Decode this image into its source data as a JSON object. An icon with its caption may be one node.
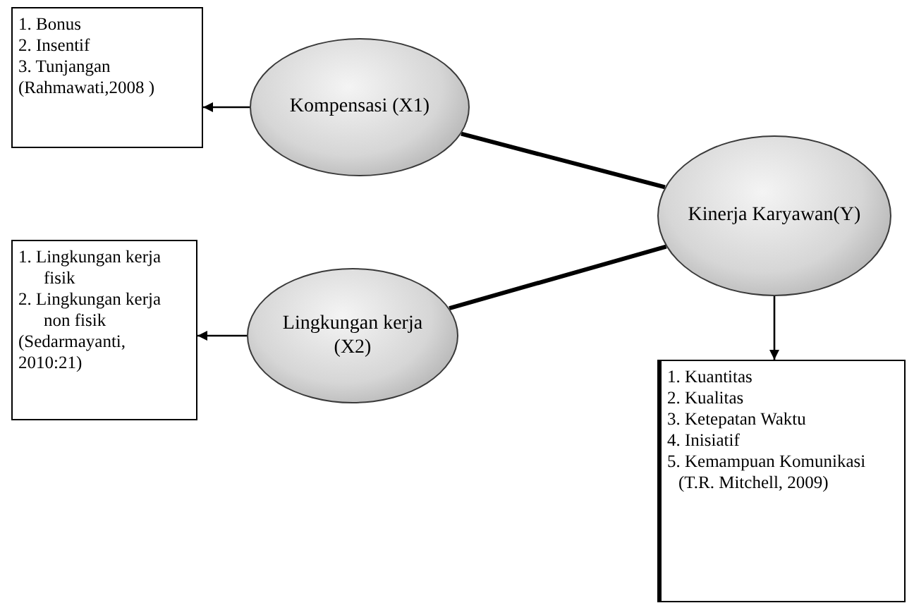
{
  "diagram": {
    "nodes": [
      {
        "text": [
          "1. Bonus",
          "2. Insentif",
          "3. Tunjangan",
          "(Rahmawati,2008 )"
        ]
      },
      {
        "text": [
          "Kompensasi (X1)"
        ]
      },
      {
        "text": [
          "1. Lingkungan kerja fisik",
          "2. Lingkungan kerja non fisik",
          "(Sedarmayanti, 2010:21)"
        ]
      },
      {
        "text": [
          "Lingkungan kerja (X2)"
        ]
      },
      {
        "text": [
          "Kinerja Karyawan(Y)"
        ]
      },
      {
        "text": [
          "1. Kuantitas",
          "2. Kualitas",
          "3. Ketepatan Waktu",
          "4. Inisiatif",
          "5. Kemampuan Komunikasi",
          "(T.R. Mitchell, 2009)"
        ]
      }
    ],
    "edges": [
      {
        "from": 1,
        "to": 0,
        "arrow": "to"
      },
      {
        "from": 3,
        "to": 2,
        "arrow": "to"
      },
      {
        "from": 1,
        "to": 4,
        "arrow": "none",
        "style": "thick"
      },
      {
        "from": 3,
        "to": 4,
        "arrow": "none",
        "style": "thick"
      },
      {
        "from": 4,
        "to": 5,
        "arrow": "to"
      }
    ]
  }
}
